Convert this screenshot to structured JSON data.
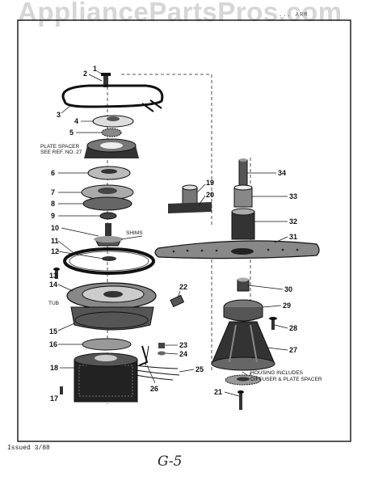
{
  "watermark": "AppliancePartsPros.com",
  "header": {
    "right": "... ARM"
  },
  "labels": {
    "plate_spacer": [
      "PLATE SPACER",
      "SEE REF. NO. 27"
    ],
    "shims": "SHIMS",
    "tub": "TUB",
    "housing_note": [
      "HOUSING INCLUDES",
      "DIFFUSER & PLATE SPACER"
    ]
  },
  "part_numbers": [
    "1",
    "2",
    "3",
    "4",
    "5",
    "6",
    "7",
    "8",
    "9",
    "10",
    "11",
    "12",
    "13",
    "14",
    "15",
    "16",
    "17",
    "18",
    "19",
    "20",
    "21",
    "22",
    "23",
    "24",
    "25",
    "26",
    "27",
    "28",
    "29",
    "30",
    "31",
    "32",
    "33",
    "34"
  ],
  "footer": {
    "issued": "Issued 3/88"
  },
  "page_code": "G-5",
  "colors": {
    "ink": "#111111",
    "watermark": "#d6d6d6",
    "paper": "#ffffff"
  }
}
